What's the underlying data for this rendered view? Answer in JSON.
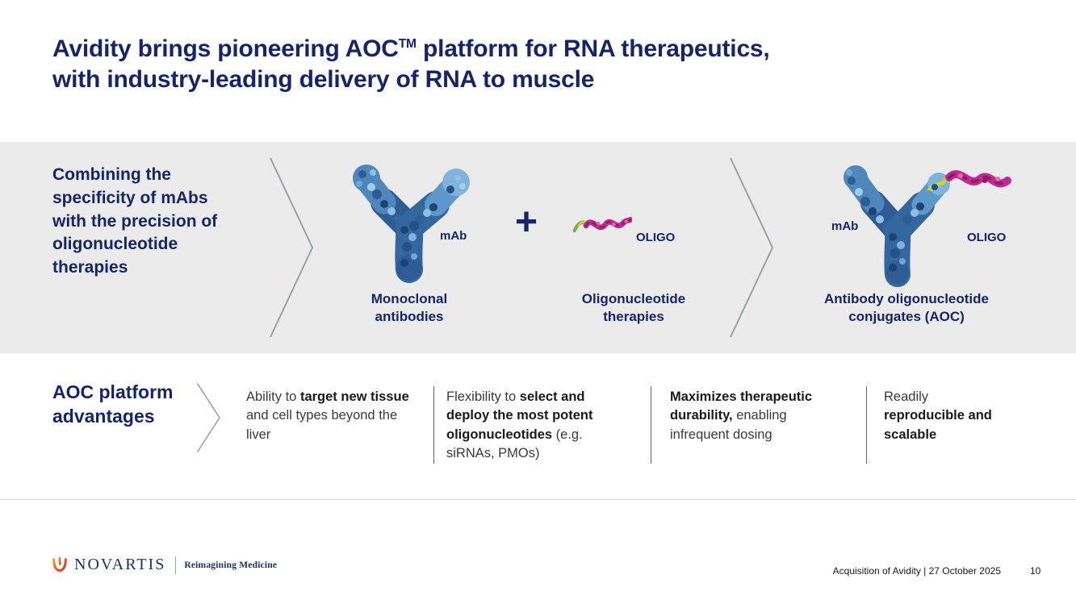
{
  "colors": {
    "navy": "#14256A",
    "band_gray": "#EBEBEB",
    "antibody_blue": "#35679F",
    "oligo_magenta": "#BF2B8E",
    "linker_green": "#7CB342",
    "flame_orange": "#E85C1F"
  },
  "title": {
    "part1": "Avidity brings pioneering AOC",
    "trademark": "TM",
    "part2": " platform for RNA therapeutics,",
    "line2": "with industry-leading delivery of RNA to muscle"
  },
  "band": {
    "intro": "Combining the specificity of mAbs with the precision of oligonucleotide therapies",
    "plus": "+",
    "mab": {
      "label": "mAb",
      "caption": "Monoclonal antibodies"
    },
    "oligo": {
      "label": "OLIGO",
      "caption": "Oligonucleotide therapies"
    },
    "aoc": {
      "mab_label": "mAb",
      "oligo_label": "OLIGO",
      "caption": "Antibody oligonucleotide conjugates (AOC)"
    }
  },
  "advantages": {
    "heading": "AOC platform advantages",
    "items": [
      {
        "seg1": "Ability to ",
        "seg2": "target new tissue",
        "seg3": " and cell types beyond the liver"
      },
      {
        "seg1": "Flexibility to ",
        "seg2": "select and deploy the most potent oligonucleotides",
        "seg3": " (e.g. siRNAs, PMOs)"
      },
      {
        "seg1": "",
        "seg2": "Maximizes therapeutic durability,",
        "seg3": " enabling infrequent dosing"
      },
      {
        "seg1": "Readily ",
        "seg2": "reproducible and scalable",
        "seg3": ""
      }
    ]
  },
  "footer": {
    "brand": "NOVARTIS",
    "tagline": "Reimagining Medicine",
    "meta": "Acquisition of Avidity | 27 October 2025",
    "page": "10"
  }
}
